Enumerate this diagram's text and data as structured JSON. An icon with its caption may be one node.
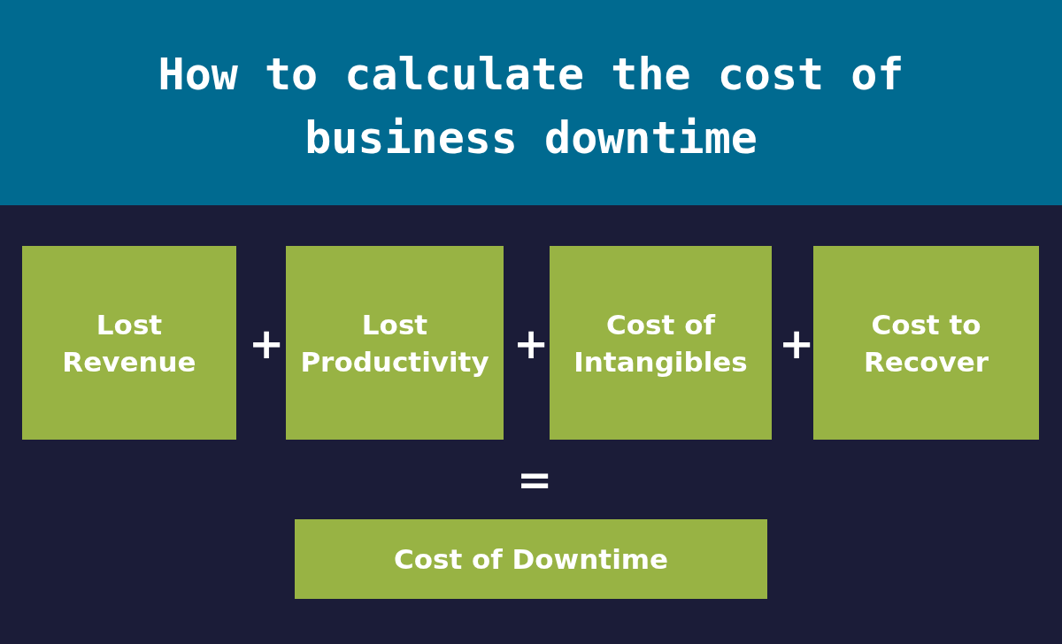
{
  "diagram": {
    "title": "How to calculate the cost of business downtime",
    "nodes": [
      {
        "text": [
          "Lost Revenue"
        ]
      },
      {
        "text": [
          "Lost Productivity"
        ]
      },
      {
        "text": [
          "Cost of Intangibles"
        ]
      },
      {
        "text": [
          "Cost to Recover"
        ]
      },
      {
        "text": [
          "Cost of Downtime"
        ]
      }
    ],
    "labels": [
      "+",
      "+",
      "+",
      "="
    ]
  }
}
